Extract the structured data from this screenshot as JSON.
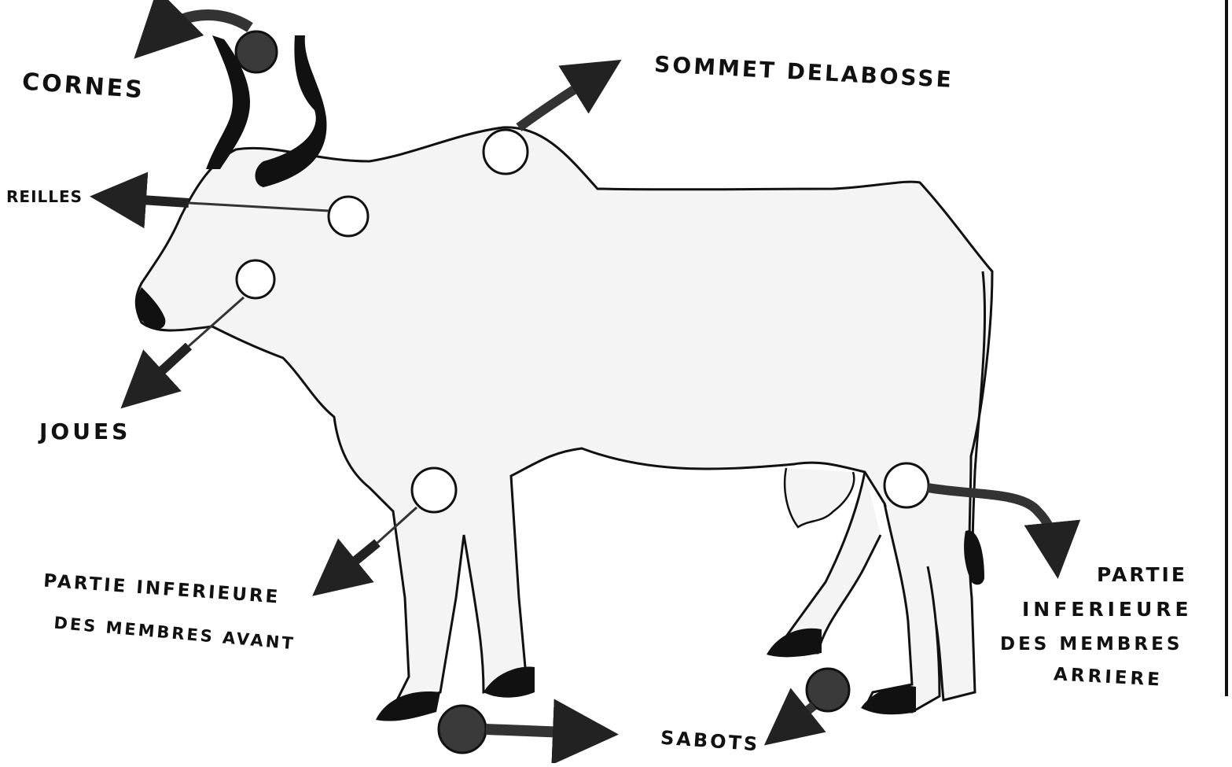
{
  "labels": {
    "cornes": "CORNES",
    "sommet": "SOMMET DELABOSSE",
    "oreilles": "REILLES",
    "joues": "JOUES",
    "avant_line1": "PARTIE INFERIEURE",
    "avant_line2": "DES MEMBRES AVANT",
    "arriere_line1": "PARTIE",
    "arriere_line2": "INFERIEURE",
    "arriere_line3": "DES MEMBRES",
    "arriere_line4": "ARRIERE",
    "sabots": "SABOTS"
  },
  "colors": {
    "ink": "#111111",
    "body_fill": "#f4f4f4",
    "marker_fill": "#ffffff",
    "dark_marker_fill": "#3a3a3a"
  }
}
